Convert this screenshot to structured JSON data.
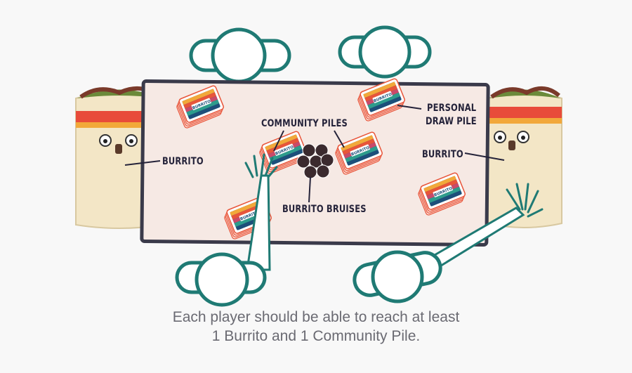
{
  "labels": {
    "burrito_left": "BURRITO",
    "burrito_right": "BURRITO",
    "community_piles": "COMMUNITY PILES",
    "personal_draw_pile_line1": "PERSONAL",
    "personal_draw_pile_line2": "DRAW PILE",
    "burrito_bruises": "BURRITO BRUISES"
  },
  "card_text": "BURRITO",
  "caption": {
    "line1": "Each player should be able to reach at least",
    "line2": "1 Burrito and 1 Community Pile."
  },
  "colors": {
    "table_fill": "#f6e9e4",
    "table_border": "#3a3a4a",
    "player_outline": "#1f7a74",
    "burrito_body": "#f3e6c6",
    "card_stripes": [
      "#f2a83a",
      "#e8553a",
      "#c94a6a",
      "#2e9c8c",
      "#1d4f7a"
    ],
    "bruise_token": "#3b2a2e",
    "label_text": "#25233a",
    "caption_text": "#6a6a72"
  }
}
